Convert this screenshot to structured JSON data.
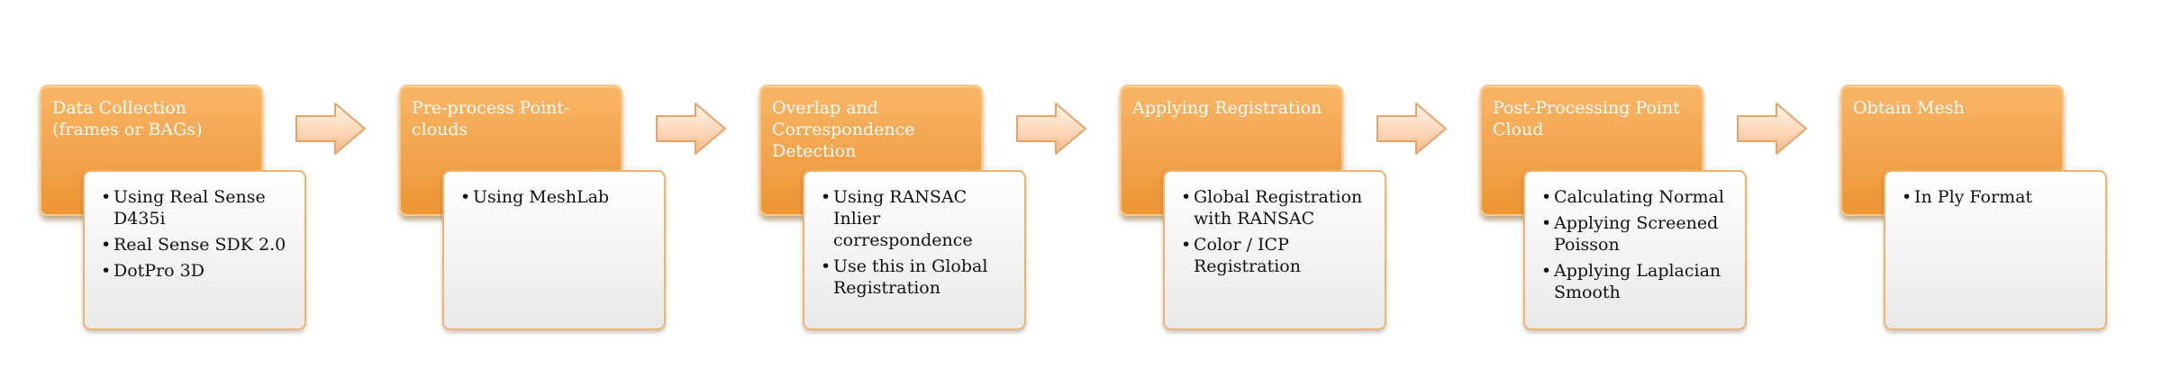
{
  "steps": [
    {
      "title": "Data Collection (frames or BAGs)",
      "bullets": [
        "Using Real Sense D435i",
        "Real Sense SDK 2.0",
        "DotPro 3D"
      ]
    },
    {
      "title": "Pre-process Point-clouds",
      "bullets": [
        "Using MeshLab"
      ]
    },
    {
      "title": "Overlap and Correspondence Detection",
      "bullets": [
        "Using RANSAC Inlier correspondence",
        "Use this in Global Registration"
      ]
    },
    {
      "title": "Applying Registration",
      "bullets": [
        "Global Registration with RANSAC",
        "Color / ICP Registration"
      ]
    },
    {
      "title": "Post-Processing Point Cloud",
      "bullets": [
        "Calculating Normal",
        "Applying Screened Poisson",
        "Applying Laplacian Smooth"
      ]
    },
    {
      "title": "Obtain Mesh",
      "bullets": [
        "In Ply Format"
      ]
    }
  ],
  "bullet_glyph": "•",
  "colors": {
    "header_fill": "#f4a651",
    "header_border": "#f6c889",
    "details_fill": "#f3f3f3",
    "details_border": "#efb46b",
    "arrow_fill": "#fcd8b8",
    "arrow_stroke": "#e8a36a"
  }
}
